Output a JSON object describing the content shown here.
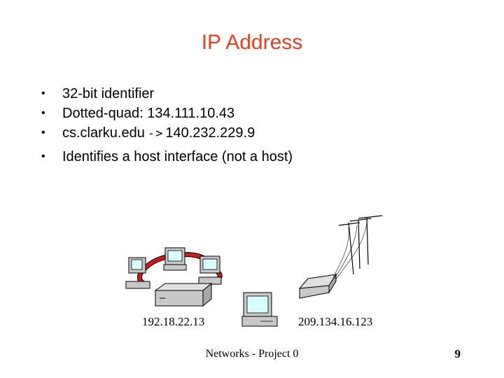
{
  "slide": {
    "title": "IP Address",
    "bullets": [
      {
        "text": "32-bit identifier"
      },
      {
        "text": "Dotted-quad: 134.111.10.43"
      },
      {
        "text_before": "cs.clarku.edu",
        "arrow": "->",
        "text_after": "140.232.229.9"
      },
      {
        "text": "Identifies a host interface (not a host)"
      }
    ],
    "bullet_symbol": "•",
    "labels": {
      "left_ip": "192.18.22.13",
      "right_ip": "209.134.16.123"
    },
    "footer": "Networks - Project 0",
    "page_number": "9"
  },
  "colors": {
    "title": "#e8401c",
    "ring": "#d01818",
    "device": "#c8c8c8",
    "screen": "#d8ffff"
  },
  "icons": [
    "computer-icon",
    "hub-icon",
    "router-icon",
    "utility-pole-icon"
  ]
}
